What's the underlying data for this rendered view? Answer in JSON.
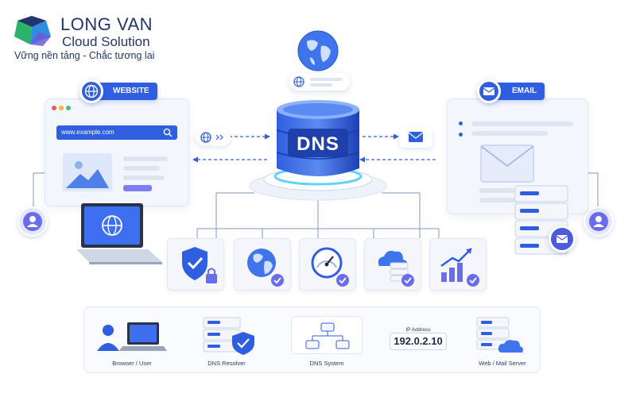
{
  "logo": {
    "line1": "LONG VAN",
    "line2": "Cloud Solution",
    "slogan": "Vững nền tảng - Chắc tương lai",
    "colors": {
      "navy": "#24356b",
      "green": "#2bb36b",
      "blue": "#2f8ee0"
    }
  },
  "website_panel": {
    "title": "WEBSITE",
    "url": "www.example.com",
    "icon": "globe-icon"
  },
  "email_panel": {
    "title": "EMAIL",
    "icon": "mail-icon"
  },
  "dns": {
    "label": "DNS",
    "colors": {
      "primary": "#2f5fe0",
      "light": "#5b8af0",
      "dark": "#1c3fb6"
    }
  },
  "features": [
    {
      "name": "security",
      "icon": "shield-lock-icon"
    },
    {
      "name": "global",
      "icon": "globe-check-icon"
    },
    {
      "name": "speed",
      "icon": "speedometer-icon"
    },
    {
      "name": "cloud",
      "icon": "cloud-server-icon"
    },
    {
      "name": "growth",
      "icon": "growth-chart-icon"
    }
  ],
  "flow": {
    "steps": [
      {
        "label": "Browser / User",
        "icon": "user-laptop-icon"
      },
      {
        "label": "DNS Resolver",
        "icon": "server-shield-icon"
      },
      {
        "label": "DNS System",
        "icon": "dns-system-icon"
      },
      {
        "label": "Web / Mail Server",
        "icon": "server-cloud-icon"
      }
    ],
    "ip_label": "IP Address",
    "ip_value": "192.0.2.10"
  },
  "accent_color": "#2f5fe0"
}
